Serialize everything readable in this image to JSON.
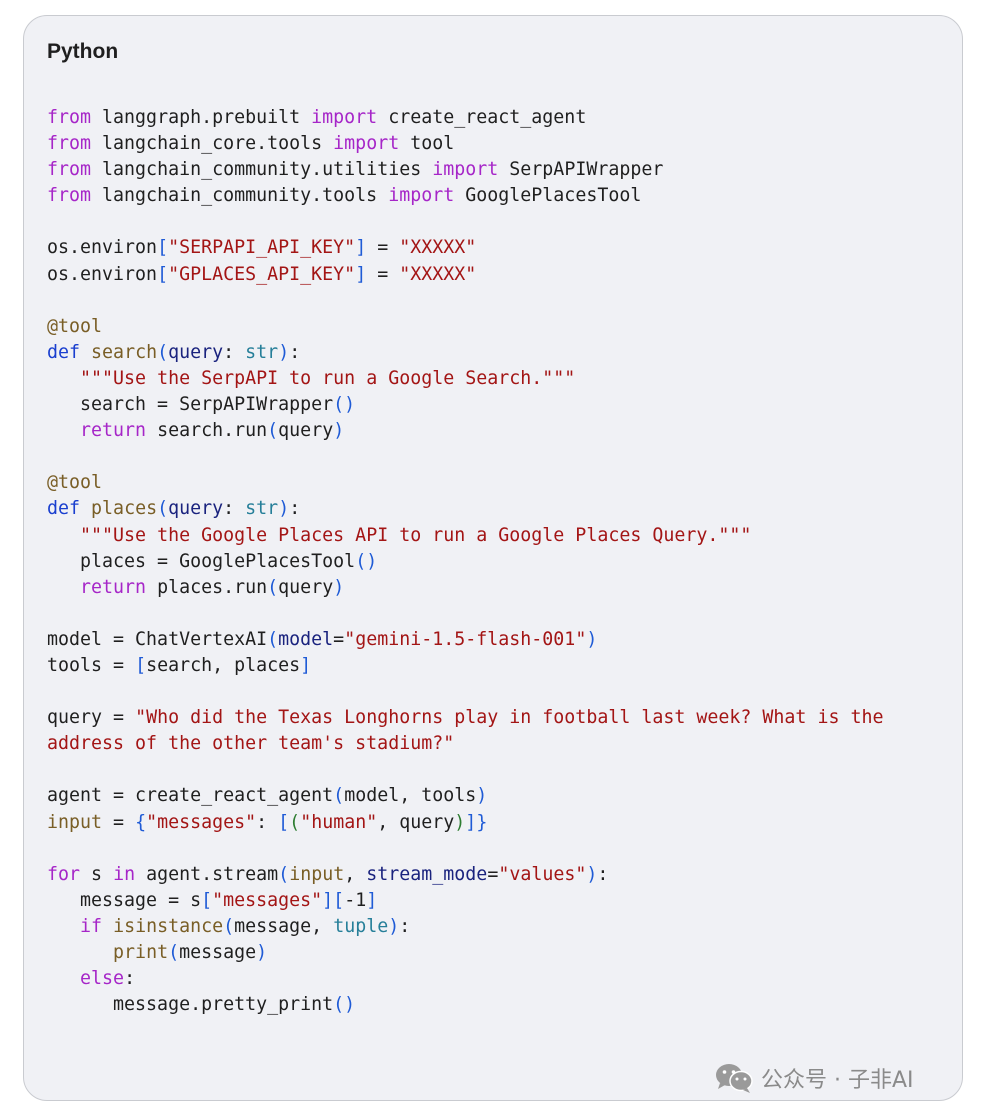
{
  "code_block": {
    "language": "Python",
    "lines": [
      [
        [
          "kw",
          "from"
        ],
        [
          "id",
          " langgraph.prebuilt "
        ],
        [
          "kw",
          "import"
        ],
        [
          "id",
          " create_react_agent"
        ]
      ],
      [
        [
          "kw",
          "from"
        ],
        [
          "id",
          " langchain_core.tools "
        ],
        [
          "kw",
          "import"
        ],
        [
          "id",
          " tool"
        ]
      ],
      [
        [
          "kw",
          "from"
        ],
        [
          "id",
          " langchain_community.utilities "
        ],
        [
          "kw",
          "import"
        ],
        [
          "id",
          " SerpAPIWrapper"
        ]
      ],
      [
        [
          "kw",
          "from"
        ],
        [
          "id",
          " langchain_community.tools "
        ],
        [
          "kw",
          "import"
        ],
        [
          "id",
          " GooglePlacesTool"
        ]
      ],
      [],
      [
        [
          "id",
          "os.environ"
        ],
        [
          "br",
          "["
        ],
        [
          "str",
          "\"SERPAPI_API_KEY\""
        ],
        [
          "br",
          "]"
        ],
        [
          "id",
          " = "
        ],
        [
          "str",
          "\"XXXXX\""
        ]
      ],
      [
        [
          "id",
          "os.environ"
        ],
        [
          "br",
          "["
        ],
        [
          "str",
          "\"GPLACES_API_KEY\""
        ],
        [
          "br",
          "]"
        ],
        [
          "id",
          " = "
        ],
        [
          "str",
          "\"XXXXX\""
        ]
      ],
      [],
      [
        [
          "fn",
          "@tool"
        ]
      ],
      [
        [
          "def",
          "def"
        ],
        [
          "id",
          " "
        ],
        [
          "fn",
          "search"
        ],
        [
          "par",
          "("
        ],
        [
          "kwarg",
          "query"
        ],
        [
          "id",
          ": "
        ],
        [
          "tp",
          "str"
        ],
        [
          "par",
          ")"
        ],
        [
          "id",
          ":"
        ]
      ],
      [
        [
          "id",
          "   "
        ],
        [
          "str",
          "\"\"\"Use the SerpAPI to run a Google Search.\"\"\""
        ]
      ],
      [
        [
          "id",
          "   search = SerpAPIWrapper"
        ],
        [
          "par",
          "()"
        ]
      ],
      [
        [
          "id",
          "   "
        ],
        [
          "kw",
          "return"
        ],
        [
          "id",
          " search.run"
        ],
        [
          "par",
          "("
        ],
        [
          "id",
          "query"
        ],
        [
          "par",
          ")"
        ]
      ],
      [],
      [
        [
          "fn",
          "@tool"
        ]
      ],
      [
        [
          "def",
          "def"
        ],
        [
          "id",
          " "
        ],
        [
          "fn",
          "places"
        ],
        [
          "par",
          "("
        ],
        [
          "kwarg",
          "query"
        ],
        [
          "id",
          ": "
        ],
        [
          "tp",
          "str"
        ],
        [
          "par",
          ")"
        ],
        [
          "id",
          ":"
        ]
      ],
      [
        [
          "id",
          "   "
        ],
        [
          "str",
          "\"\"\"Use the Google Places API to run a Google Places Query.\"\"\""
        ]
      ],
      [
        [
          "id",
          "   places = GooglePlacesTool"
        ],
        [
          "par",
          "()"
        ]
      ],
      [
        [
          "id",
          "   "
        ],
        [
          "kw",
          "return"
        ],
        [
          "id",
          " places.run"
        ],
        [
          "par",
          "("
        ],
        [
          "id",
          "query"
        ],
        [
          "par",
          ")"
        ]
      ],
      [],
      [
        [
          "id",
          "model = ChatVertexAI"
        ],
        [
          "par",
          "("
        ],
        [
          "kwarg",
          "model"
        ],
        [
          "id",
          "="
        ],
        [
          "str",
          "\"gemini-1.5-flash-001\""
        ],
        [
          "par",
          ")"
        ]
      ],
      [
        [
          "id",
          "tools = "
        ],
        [
          "br",
          "["
        ],
        [
          "id",
          "search, places"
        ],
        [
          "br",
          "]"
        ]
      ],
      [],
      [
        [
          "id",
          "query = "
        ],
        [
          "str",
          "\"Who did the Texas Longhorns play in football last week? What is the"
        ]
      ],
      [
        [
          "str",
          "address of the other team's stadium?\""
        ]
      ],
      [],
      [
        [
          "id",
          "agent = create_react_agent"
        ],
        [
          "par",
          "("
        ],
        [
          "id",
          "model, tools"
        ],
        [
          "par",
          ")"
        ]
      ],
      [
        [
          "fn",
          "input"
        ],
        [
          "id",
          " = "
        ],
        [
          "par",
          "{"
        ],
        [
          "str",
          "\"messages\""
        ],
        [
          "id",
          ": "
        ],
        [
          "br",
          "["
        ],
        [
          "br2",
          "("
        ],
        [
          "str",
          "\"human\""
        ],
        [
          "id",
          ", query"
        ],
        [
          "br2",
          ")"
        ],
        [
          "br",
          "]"
        ],
        [
          "par",
          "}"
        ]
      ],
      [],
      [
        [
          "kw",
          "for"
        ],
        [
          "id",
          " s "
        ],
        [
          "kw",
          "in"
        ],
        [
          "id",
          " agent.stream"
        ],
        [
          "par",
          "("
        ],
        [
          "fn",
          "input"
        ],
        [
          "id",
          ", "
        ],
        [
          "kwarg",
          "stream_mode"
        ],
        [
          "id",
          "="
        ],
        [
          "str",
          "\"values\""
        ],
        [
          "par",
          ")"
        ],
        [
          "id",
          ":"
        ]
      ],
      [
        [
          "id",
          "   message = s"
        ],
        [
          "br",
          "["
        ],
        [
          "str",
          "\"messages\""
        ],
        [
          "br",
          "]["
        ],
        [
          "id",
          "-1"
        ],
        [
          "br",
          "]"
        ]
      ],
      [
        [
          "id",
          "   "
        ],
        [
          "kw",
          "if"
        ],
        [
          "id",
          " "
        ],
        [
          "fn",
          "isinstance"
        ],
        [
          "par",
          "("
        ],
        [
          "id",
          "message, "
        ],
        [
          "tp",
          "tuple"
        ],
        [
          "par",
          ")"
        ],
        [
          "id",
          ":"
        ]
      ],
      [
        [
          "id",
          "      "
        ],
        [
          "fn",
          "print"
        ],
        [
          "par",
          "("
        ],
        [
          "id",
          "message"
        ],
        [
          "par",
          ")"
        ]
      ],
      [
        [
          "id",
          "   "
        ],
        [
          "kw",
          "else"
        ],
        [
          "id",
          ":"
        ]
      ],
      [
        [
          "id",
          "      message.pretty_print"
        ],
        [
          "par",
          "()"
        ]
      ]
    ]
  },
  "watermark": {
    "text": "公众号 · 子非AI",
    "icon": "wechat-icon"
  }
}
